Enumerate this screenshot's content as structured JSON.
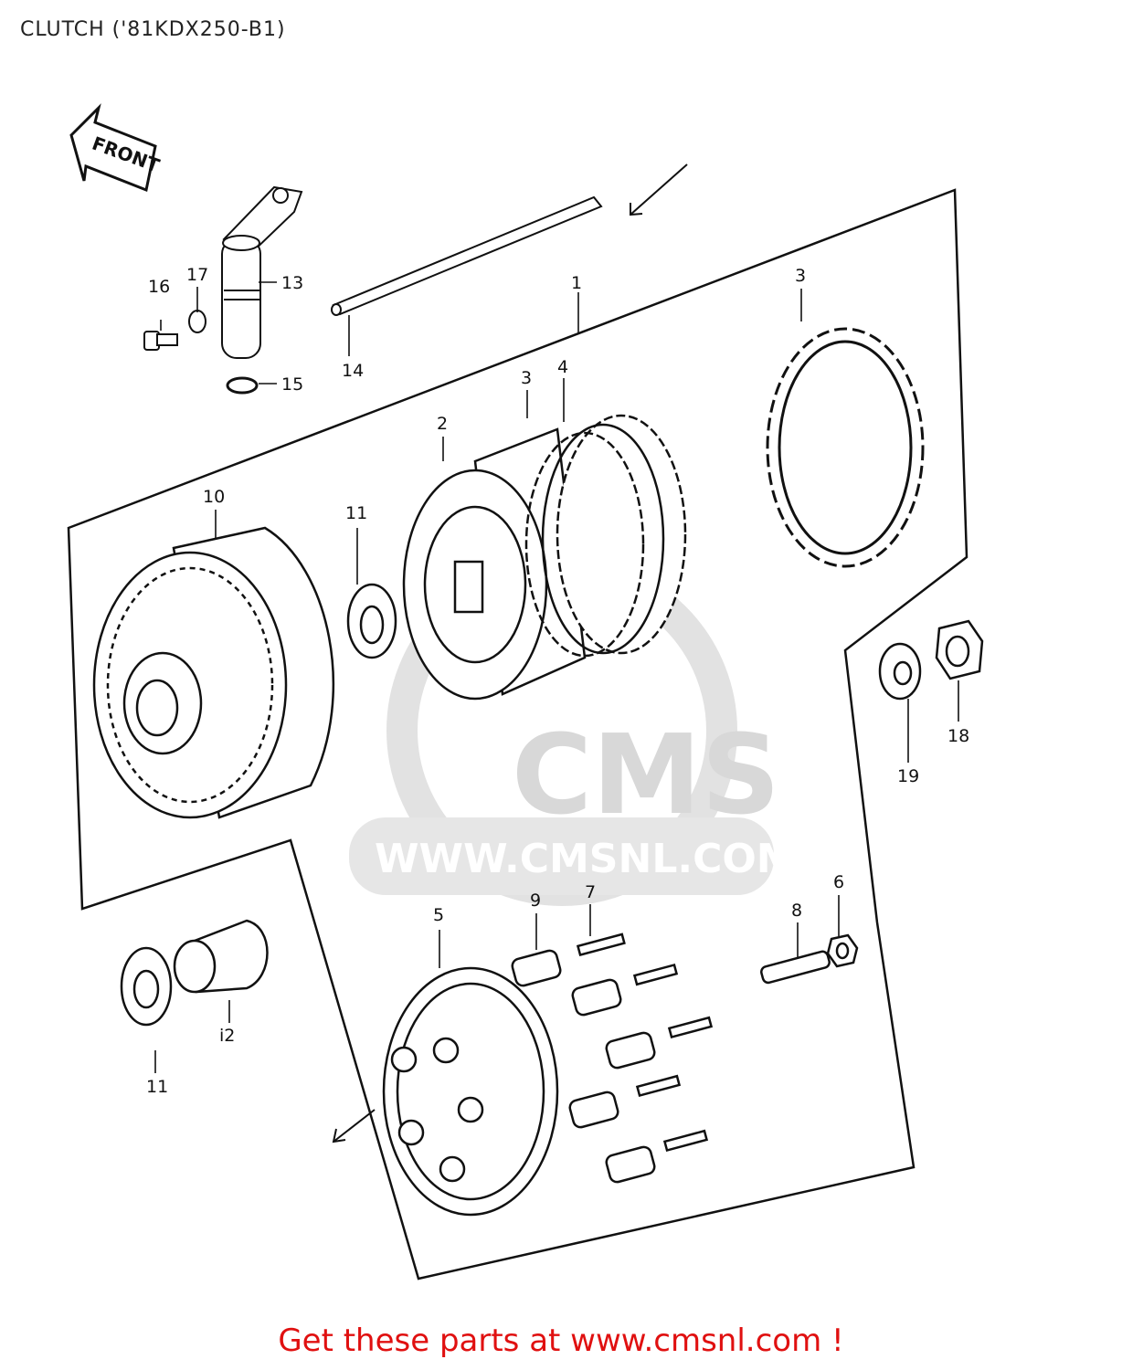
{
  "page": {
    "title": "CLUTCH ('81KDX250-B1)",
    "callout": "Get these parts at www.cmsnl.com !"
  },
  "diagram": {
    "front_arrow_label": "FRONT",
    "watermark": {
      "brand": "CMS",
      "url": "WWW.CMSNL.COM"
    },
    "parts": [
      {
        "id": "p1",
        "label": "1"
      },
      {
        "id": "p2",
        "label": "2"
      },
      {
        "id": "p3a",
        "label": "3"
      },
      {
        "id": "p3b",
        "label": "3"
      },
      {
        "id": "p4",
        "label": "4"
      },
      {
        "id": "p5",
        "label": "5"
      },
      {
        "id": "p6",
        "label": "6"
      },
      {
        "id": "p7",
        "label": "7"
      },
      {
        "id": "p8",
        "label": "8"
      },
      {
        "id": "p9",
        "label": "9"
      },
      {
        "id": "p10",
        "label": "10"
      },
      {
        "id": "p11a",
        "label": "11"
      },
      {
        "id": "p11b",
        "label": "11"
      },
      {
        "id": "p12",
        "label": "i2"
      },
      {
        "id": "p13",
        "label": "13"
      },
      {
        "id": "p14",
        "label": "14"
      },
      {
        "id": "p15",
        "label": "15"
      },
      {
        "id": "p16",
        "label": "16"
      },
      {
        "id": "p17",
        "label": "17"
      },
      {
        "id": "p18",
        "label": "18"
      },
      {
        "id": "p19",
        "label": "19"
      }
    ]
  },
  "colors": {
    "line": "#111111",
    "callout": "#e01010",
    "watermark": "#d8d8d8"
  }
}
